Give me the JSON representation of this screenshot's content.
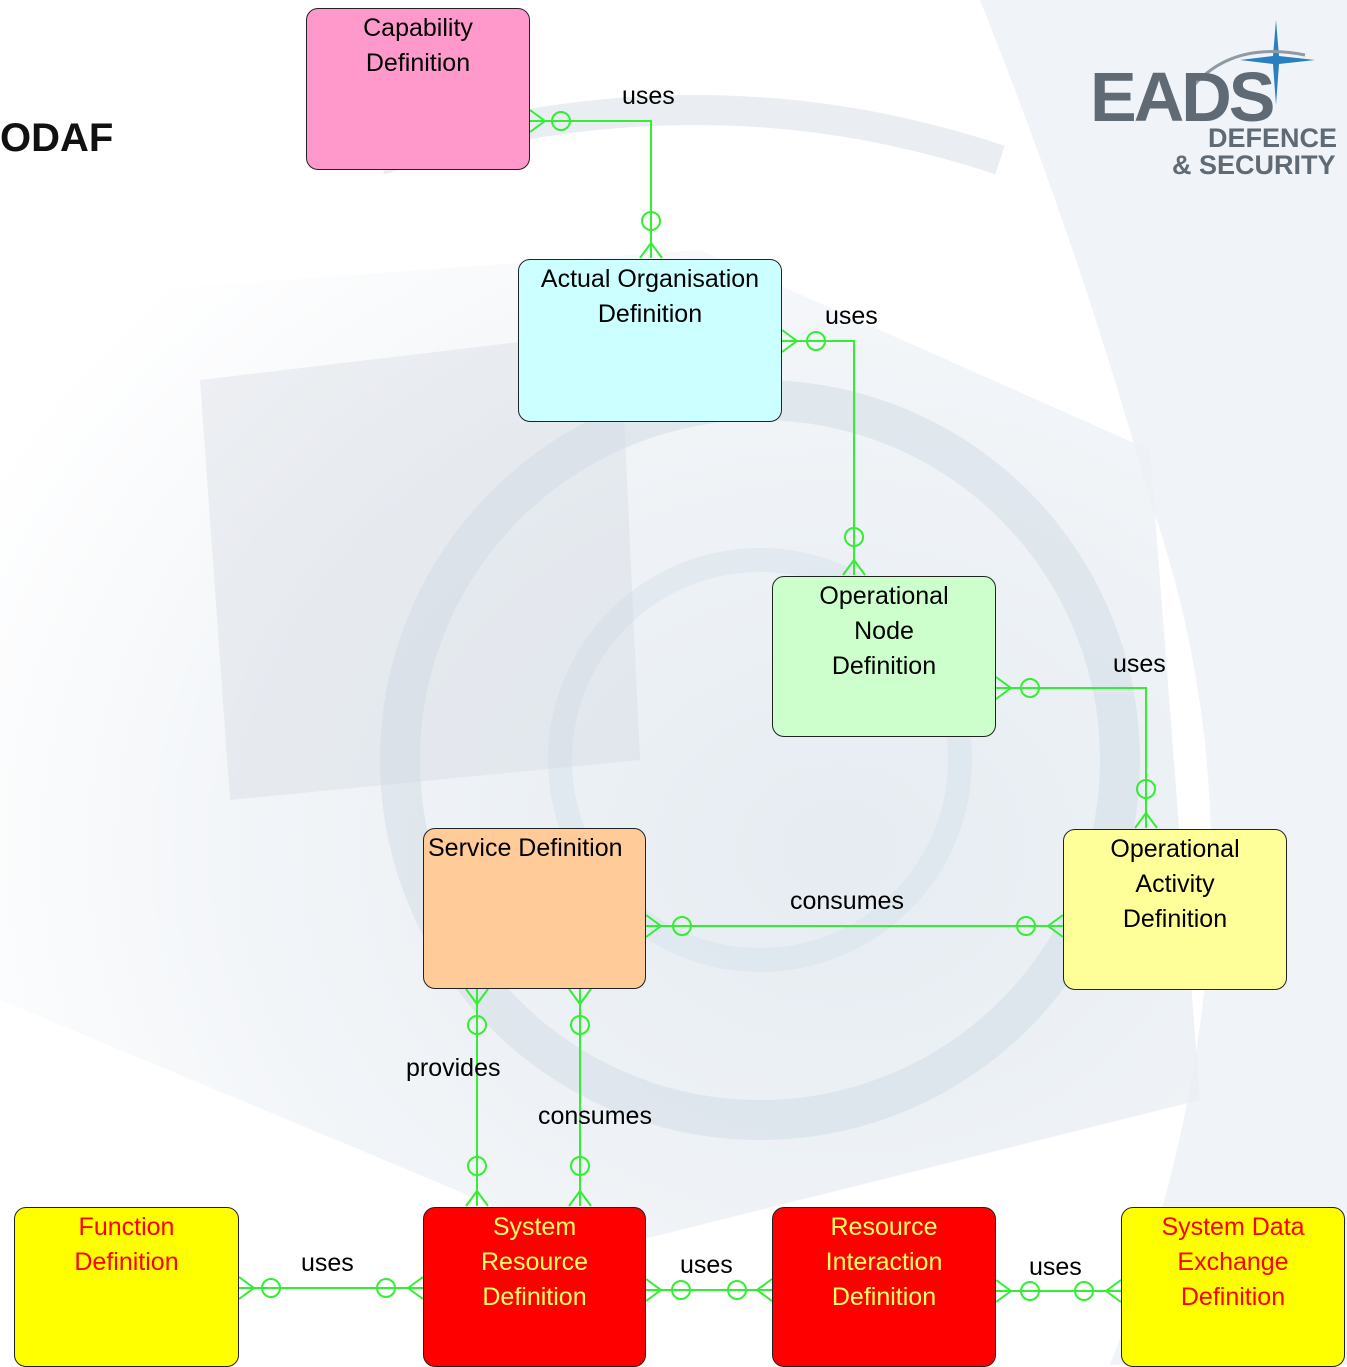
{
  "title": "ODAF",
  "logo": {
    "line1": "EADS",
    "line2": "DEFENCE",
    "line3": "& SECURITY"
  },
  "entities": [
    {
      "label": "Capability\nDefinition"
    },
    {
      "label": "Actual Organisation\nDefinition"
    },
    {
      "label": "Operational\nNode\nDefinition"
    },
    {
      "label": "Operational\nActivity\nDefinition"
    },
    {
      "label": "Service Definition"
    },
    {
      "label": "Function\nDefinition"
    },
    {
      "label": "System\nResource\nDefinition"
    },
    {
      "label": "Resource\nInteraction\nDefinition"
    },
    {
      "label": "System Data\nExchange\nDefinition"
    }
  ],
  "relationships": [
    {
      "label": "uses"
    },
    {
      "label": "uses"
    },
    {
      "label": "uses"
    },
    {
      "label": "consumes"
    },
    {
      "label": "provides"
    },
    {
      "label": "consumes"
    },
    {
      "label": "uses"
    },
    {
      "label": "uses"
    },
    {
      "label": "uses"
    }
  ],
  "colors": {
    "capability": "#ff99cc",
    "organisation": "#ccffff",
    "node": "#ccffcc",
    "activity": "#ffff99",
    "service": "#ffcc99",
    "function": "#ffff00",
    "system": "#ff0000",
    "data_exchange": "#ffff00",
    "connector": "#33ee33"
  }
}
